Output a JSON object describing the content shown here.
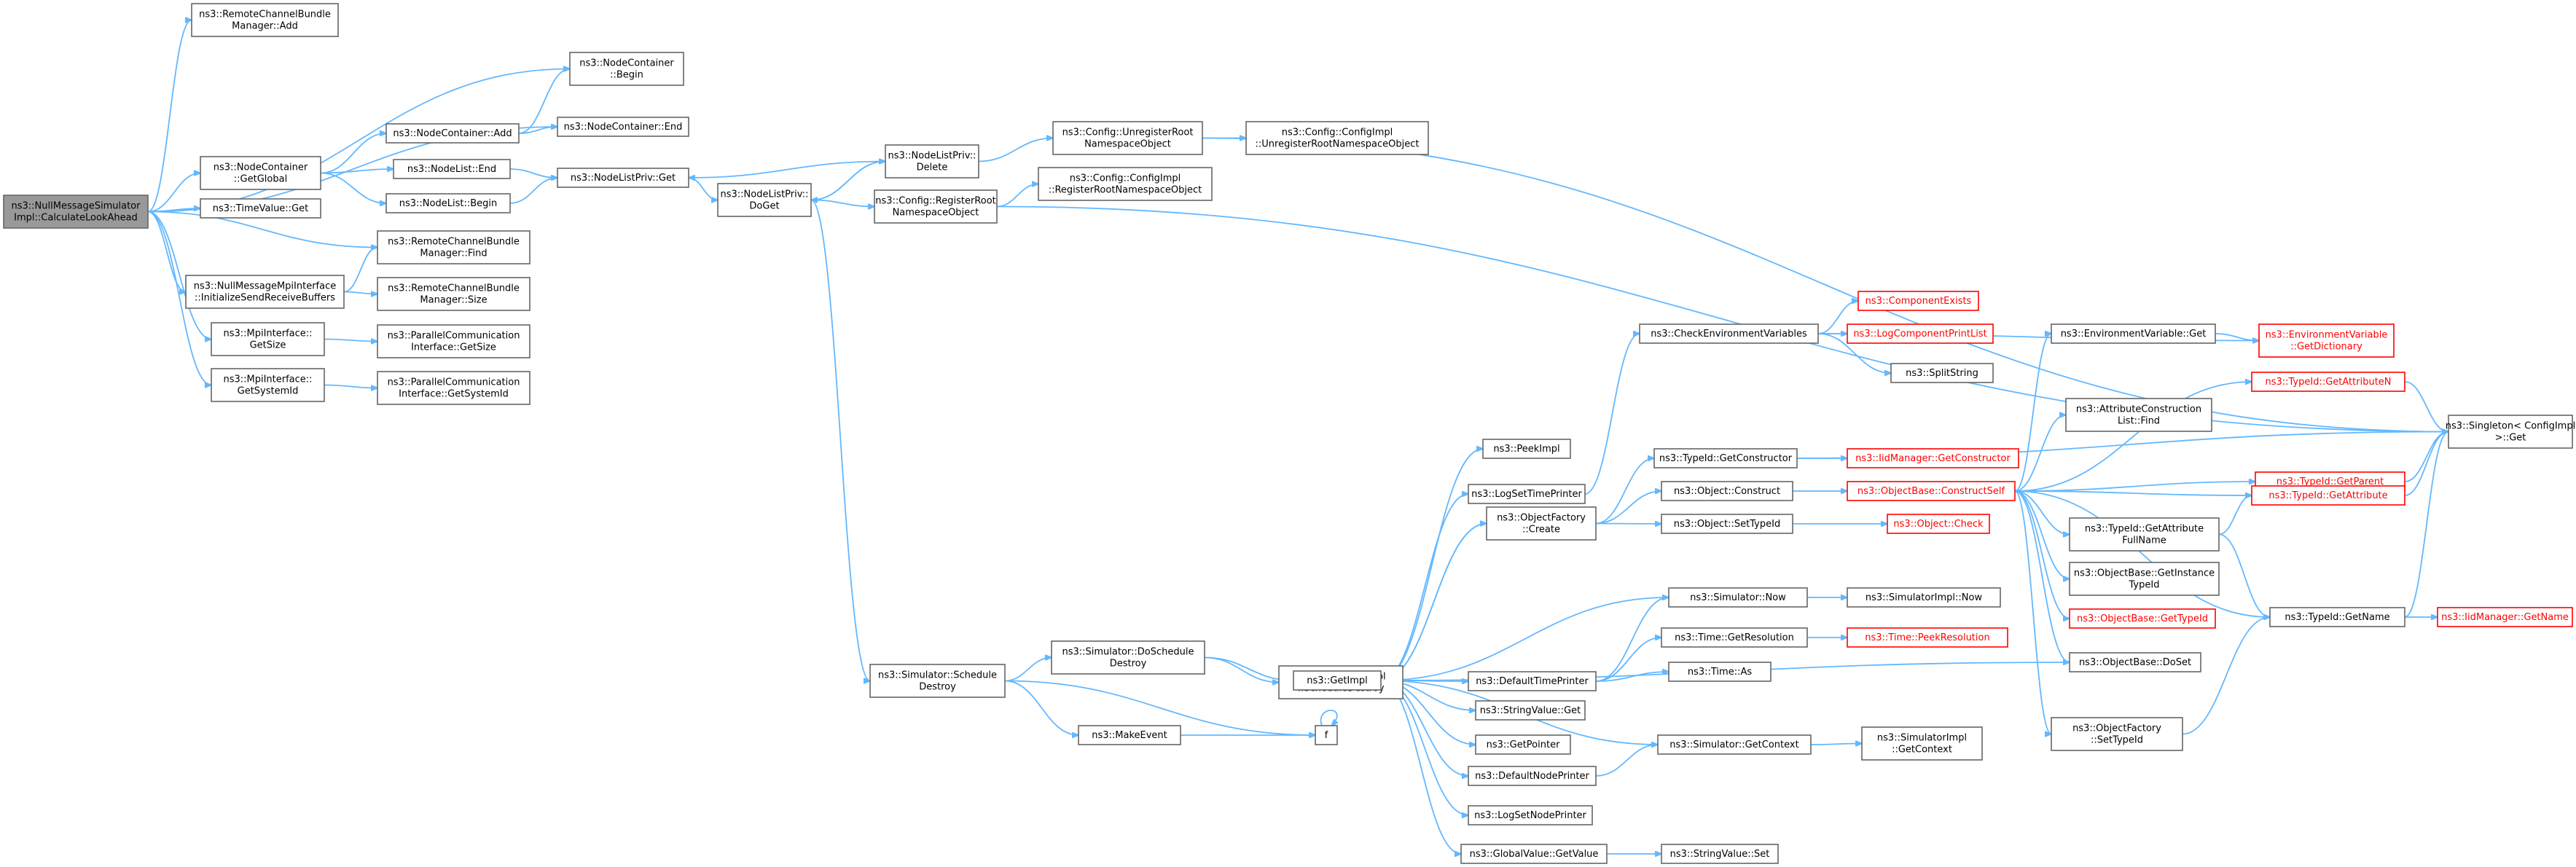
{
  "nodes": [
    {
      "id": "root",
      "lines": [
        "ns3::NullMessageSimulator",
        "Impl::CalculateLookAhead"
      ],
      "style": "root"
    },
    {
      "id": "rcbAdd",
      "lines": [
        "ns3::RemoteChannelBundle",
        "Manager::Add"
      ]
    },
    {
      "id": "ncBegin",
      "lines": [
        "ns3::NodeContainer",
        "::Begin"
      ]
    },
    {
      "id": "ncAdd",
      "lines": [
        "ns3::NodeContainer::Add"
      ]
    },
    {
      "id": "ncEnd",
      "lines": [
        "ns3::NodeContainer::End"
      ]
    },
    {
      "id": "ncGetGlobal",
      "lines": [
        "ns3::NodeContainer",
        "::GetGlobal"
      ]
    },
    {
      "id": "nlEnd",
      "lines": [
        "ns3::NodeList::End"
      ]
    },
    {
      "id": "nlBegin",
      "lines": [
        "ns3::NodeList::Begin"
      ]
    },
    {
      "id": "nlpGet",
      "lines": [
        "ns3::NodeListPriv::Get"
      ]
    },
    {
      "id": "nlpDoGet",
      "lines": [
        "ns3::NodeListPriv::",
        "DoGet"
      ]
    },
    {
      "id": "nlpDelete",
      "lines": [
        "ns3::NodeListPriv::",
        "Delete"
      ]
    },
    {
      "id": "cfgUnreg",
      "lines": [
        "ns3::Config::UnregisterRoot",
        "NamespaceObject"
      ]
    },
    {
      "id": "cfgImplUnreg",
      "lines": [
        "ns3::Config::ConfigImpl",
        "::UnregisterRootNamespaceObject"
      ]
    },
    {
      "id": "cfgReg",
      "lines": [
        "ns3::Config::RegisterRoot",
        "NamespaceObject"
      ]
    },
    {
      "id": "cfgImplReg",
      "lines": [
        "ns3::Config::ConfigImpl",
        "::RegisterRootNamespaceObject"
      ]
    },
    {
      "id": "tvGet",
      "lines": [
        "ns3::TimeValue::Get"
      ]
    },
    {
      "id": "rcbFind",
      "lines": [
        "ns3::RemoteChannelBundle",
        "Manager::Find"
      ]
    },
    {
      "id": "nmmInit",
      "lines": [
        "ns3::NullMessageMpiInterface",
        "::InitializeSendReceiveBuffers"
      ]
    },
    {
      "id": "rcbSize",
      "lines": [
        "ns3::RemoteChannelBundle",
        "Manager::Size"
      ]
    },
    {
      "id": "mpiGetSize",
      "lines": [
        "ns3::MpiInterface::",
        "GetSize"
      ]
    },
    {
      "id": "pciGetSize",
      "lines": [
        "ns3::ParallelCommunication",
        "Interface::GetSize"
      ]
    },
    {
      "id": "mpiGetSys",
      "lines": [
        "ns3::MpiInterface::",
        "GetSystemId"
      ]
    },
    {
      "id": "pciGetSys",
      "lines": [
        "ns3::ParallelCommunication",
        "Interface::GetSystemId"
      ]
    },
    {
      "id": "simSchedDestroy",
      "lines": [
        "ns3::Simulator::Schedule",
        "Destroy"
      ]
    },
    {
      "id": "simDoSchedDestroy",
      "lines": [
        "ns3::Simulator::DoSchedule",
        "Destroy"
      ]
    },
    {
      "id": "simImplSchedDestroy",
      "lines": [
        "ns3::SimulatorImpl",
        "::ScheduleDestroy"
      ]
    },
    {
      "id": "makeEvent",
      "lines": [
        "ns3::MakeEvent"
      ]
    },
    {
      "id": "f",
      "lines": [
        "f"
      ]
    },
    {
      "id": "getImpl",
      "lines": [
        "ns3::GetImpl"
      ]
    },
    {
      "id": "peekImpl",
      "lines": [
        "ns3::PeekImpl"
      ]
    },
    {
      "id": "logSetTimePrinter",
      "lines": [
        "ns3::LogSetTimePrinter"
      ]
    },
    {
      "id": "ofCreate",
      "lines": [
        "ns3::ObjectFactory",
        "::Create"
      ]
    },
    {
      "id": "defTimePrinter",
      "lines": [
        "ns3::DefaultTimePrinter"
      ]
    },
    {
      "id": "svGet",
      "lines": [
        "ns3::StringValue::Get"
      ]
    },
    {
      "id": "getPointer",
      "lines": [
        "ns3::GetPointer"
      ]
    },
    {
      "id": "defNodePrinter",
      "lines": [
        "ns3::DefaultNodePrinter"
      ]
    },
    {
      "id": "logSetNodePrinter",
      "lines": [
        "ns3::LogSetNodePrinter"
      ]
    },
    {
      "id": "gvGetValue",
      "lines": [
        "ns3::GlobalValue::GetValue"
      ]
    },
    {
      "id": "svSet",
      "lines": [
        "ns3::StringValue::Set"
      ]
    },
    {
      "id": "checkEnv",
      "lines": [
        "ns3::CheckEnvironmentVariables"
      ]
    },
    {
      "id": "compExists",
      "lines": [
        "ns3::ComponentExists"
      ],
      "style": "red"
    },
    {
      "id": "logCompPrint",
      "lines": [
        "ns3::LogComponentPrintList"
      ],
      "style": "red"
    },
    {
      "id": "splitString",
      "lines": [
        "ns3::SplitString"
      ]
    },
    {
      "id": "tidGetCtor",
      "lines": [
        "ns3::TypeId::GetConstructor"
      ]
    },
    {
      "id": "iidGetCtor",
      "lines": [
        "ns3::IidManager::GetConstructor"
      ],
      "style": "red"
    },
    {
      "id": "objConstruct",
      "lines": [
        "ns3::Object::Construct"
      ]
    },
    {
      "id": "objSetTypeId",
      "lines": [
        "ns3::Object::SetTypeId"
      ]
    },
    {
      "id": "objCheck",
      "lines": [
        "ns3::Object::Check"
      ],
      "style": "red"
    },
    {
      "id": "obConstructSelf",
      "lines": [
        "ns3::ObjectBase::ConstructSelf"
      ],
      "style": "red"
    },
    {
      "id": "simNow",
      "lines": [
        "ns3::Simulator::Now"
      ]
    },
    {
      "id": "simImplNow",
      "lines": [
        "ns3::SimulatorImpl::Now"
      ]
    },
    {
      "id": "timeGetRes",
      "lines": [
        "ns3::Time::GetResolution"
      ]
    },
    {
      "id": "timePeekRes",
      "lines": [
        "ns3::Time::PeekResolution"
      ],
      "style": "red"
    },
    {
      "id": "timeAs",
      "lines": [
        "ns3::Time::As"
      ]
    },
    {
      "id": "simGetContext",
      "lines": [
        "ns3::Simulator::GetContext"
      ]
    },
    {
      "id": "simImplGetContext",
      "lines": [
        "ns3::SimulatorImpl",
        "::GetContext"
      ]
    },
    {
      "id": "envGet",
      "lines": [
        "ns3::EnvironmentVariable::Get"
      ]
    },
    {
      "id": "envGetDict",
      "lines": [
        "ns3::EnvironmentVariable",
        "::GetDictionary"
      ],
      "style": "red"
    },
    {
      "id": "tidGetAttrN",
      "lines": [
        "ns3::TypeId::GetAttributeN"
      ],
      "style": "red"
    },
    {
      "id": "singletonGet",
      "lines": [
        "ns3::Singleton< ConfigImpl",
        " >::Get"
      ]
    },
    {
      "id": "acListFind",
      "lines": [
        "ns3::AttributeConstruction",
        "List::Find"
      ]
    },
    {
      "id": "tidGetParent",
      "lines": [
        "ns3::TypeId::GetParent"
      ],
      "style": "red"
    },
    {
      "id": "tidGetAttr",
      "lines": [
        "ns3::TypeId::GetAttribute"
      ],
      "style": "red"
    },
    {
      "id": "tidGetAttrFull",
      "lines": [
        "ns3::TypeId::GetAttribute",
        "FullName"
      ]
    },
    {
      "id": "obGetInstTid",
      "lines": [
        "ns3::ObjectBase::GetInstance",
        "TypeId"
      ]
    },
    {
      "id": "obGetTypeId",
      "lines": [
        "ns3::ObjectBase::GetTypeId"
      ],
      "style": "red"
    },
    {
      "id": "obDoSet",
      "lines": [
        "ns3::ObjectBase::DoSet"
      ]
    },
    {
      "id": "ofSetTypeId",
      "lines": [
        "ns3::ObjectFactory",
        "::SetTypeId"
      ]
    },
    {
      "id": "tidGetName",
      "lines": [
        "ns3::TypeId::GetName"
      ]
    },
    {
      "id": "iidGetName",
      "lines": [
        "ns3::IidManager::GetName"
      ],
      "style": "red"
    }
  ]
}
